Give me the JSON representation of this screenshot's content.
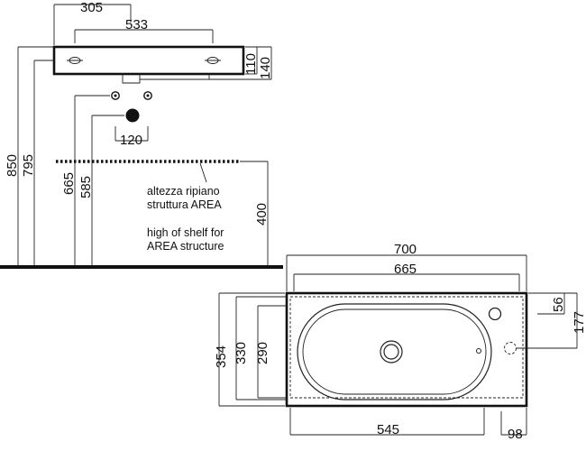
{
  "side_view": {
    "dims": {
      "width_top": "305",
      "hole_spacing": "533",
      "height_110": "110",
      "height_140": "140",
      "drain_offset": "120",
      "height_850": "850",
      "height_795": "795",
      "height_665": "665",
      "height_585": "585",
      "shelf_400": "400"
    },
    "shelf_note_it": [
      "altezza ripiano",
      "struttura AREA"
    ],
    "shelf_note_en": [
      "high of shelf for",
      "AREA structure"
    ]
  },
  "top_view": {
    "dims": {
      "width_700": "700",
      "width_665": "665",
      "depth_354": "354",
      "depth_330": "330",
      "depth_290": "290",
      "offset_56": "56",
      "offset_177": "177",
      "bowl_545": "545",
      "edge_98": "98"
    }
  }
}
